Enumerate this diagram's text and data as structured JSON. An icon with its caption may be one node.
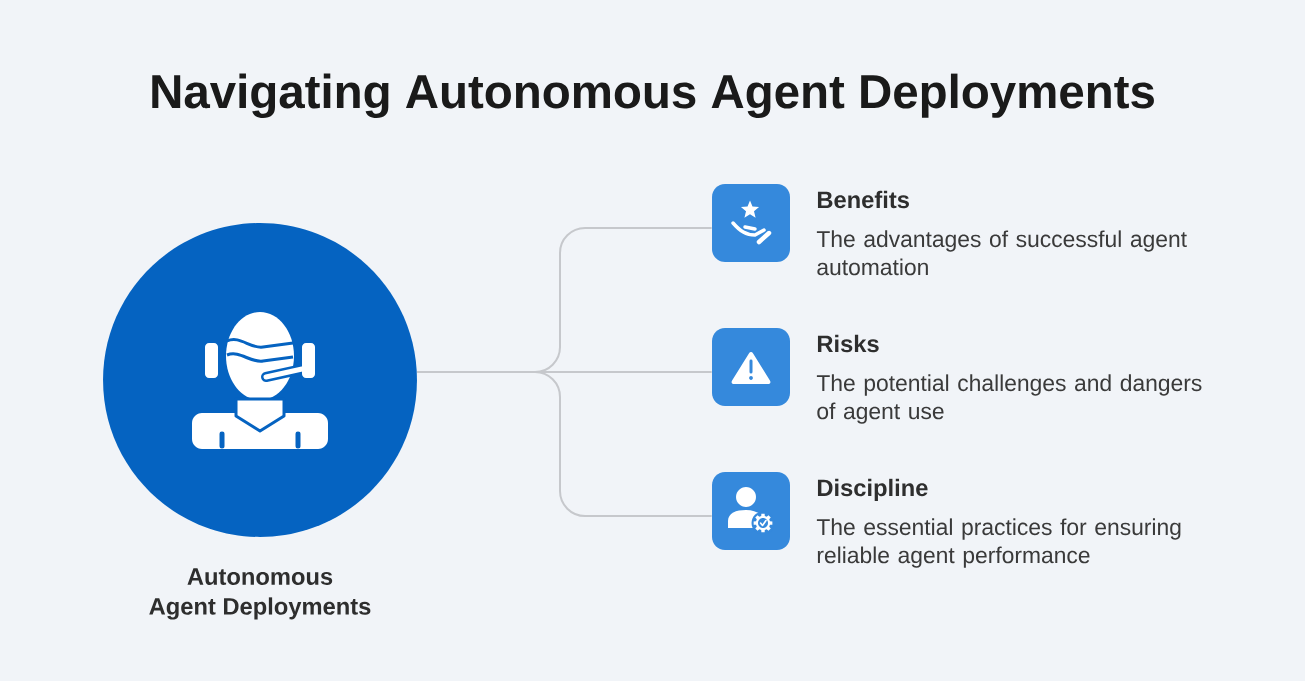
{
  "diagram": {
    "title": "Navigating Autonomous Agent Deployments",
    "nodes": [
      {
        "text": [],
        "shape": "circle",
        "beside": [
          "Autonomous Agent Deployments"
        ]
      },
      {
        "text": [],
        "shape": "box",
        "beside": [
          "Benefits",
          "The advantages of successful agent automation"
        ]
      },
      {
        "text": [],
        "shape": "box",
        "beside": [
          "Risks",
          "The potential challenges and dangers of agent use"
        ]
      },
      {
        "text": [],
        "shape": "box",
        "beside": [
          "Discipline",
          "The essential practices for ensuring reliable agent performance"
        ]
      }
    ],
    "edges": [
      {
        "from": 0,
        "to": 1,
        "arrow": "none"
      },
      {
        "from": 0,
        "to": 2,
        "arrow": "none"
      },
      {
        "from": 0,
        "to": 3,
        "arrow": "none"
      }
    ]
  }
}
